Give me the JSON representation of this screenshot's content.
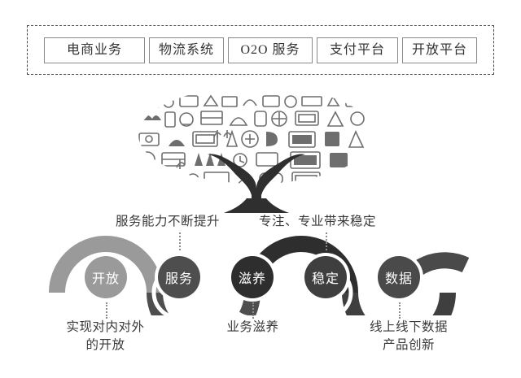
{
  "top_bar": {
    "name": "capability-tag-bar",
    "tags": [
      {
        "label": "电商业务",
        "width_class": "w1"
      },
      {
        "label": "物流系统",
        "width_class": "w2"
      },
      {
        "label": "O2O 服务",
        "width_class": "w3"
      },
      {
        "label": "支付平台",
        "width_class": "w4"
      },
      {
        "label": "开放平台",
        "width_class": "w5"
      }
    ]
  },
  "illustration": {
    "name": "icon-tree-illustration",
    "description": "tree-graphic",
    "trunk_color": "#2f2f2f",
    "canopy_icon_color": "#6f6f6f"
  },
  "upper_captions": [
    "服务能力不断提升",
    "专注、专业带来稳定"
  ],
  "wave": {
    "nodes": [
      {
        "label": "开放",
        "color": "#9a9a9a"
      },
      {
        "label": "服务",
        "color": "#4e4e4e"
      },
      {
        "label": "滋养",
        "color": "#2e2e2e"
      },
      {
        "label": "稳定",
        "color": "#3f3f3f"
      },
      {
        "label": "数据",
        "color": "#4a4a4a"
      }
    ],
    "ribbon_colors": [
      "#9a9a9a",
      "#4e4e4e",
      "#2e2e2e",
      "#3f3f3f",
      "#4a4a4a"
    ]
  },
  "lower_captions": [
    "实现对内对外\n的开放",
    "业务滋养",
    "线上线下数据\n产品创新"
  ],
  "colors": {
    "background": "#ffffff",
    "dashed_border": "#4a4a4a",
    "tag_border": "#8a8a8a",
    "text": "#3a3a3a",
    "dot_connector": "#8d8d8d"
  }
}
